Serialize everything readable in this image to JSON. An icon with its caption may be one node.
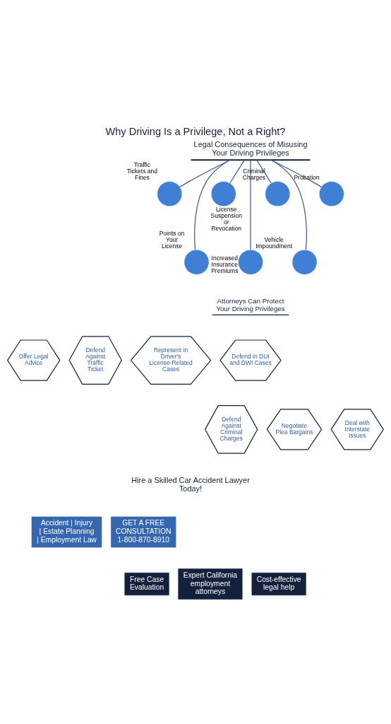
{
  "diagram": {
    "title": "Why Driving Is a Privilege, Not a Right?",
    "nodes": [
      {
        "text": [
          "Legal Consequences of Misusing Your Driving Privileges"
        ]
      },
      {
        "text": [],
        "shape": "circle",
        "beside": [
          "Traffic Tickets and Fines"
        ]
      },
      {
        "text": [],
        "shape": "circle",
        "beside": [
          "Points on Your License"
        ]
      },
      {
        "text": [],
        "shape": "circle",
        "beside": [
          "License Suspension or Revocation"
        ]
      },
      {
        "text": [],
        "shape": "circle",
        "beside": [
          "Increased Insurance Premiums"
        ]
      },
      {
        "text": [],
        "shape": "circle",
        "beside": [
          "Criminal Charges"
        ]
      },
      {
        "text": [],
        "shape": "circle",
        "beside": [
          "Vehicle Impoundment"
        ]
      },
      {
        "text": [],
        "shape": "circle",
        "beside": [
          "Probation"
        ]
      },
      {
        "text": [
          "Offer Legal Advice"
        ]
      },
      {
        "text": [
          "Defend Against Traffic Ticket"
        ]
      },
      {
        "text": [
          "Represent in Driver's License-Related Cases"
        ]
      },
      {
        "text": [
          "Defend in DUI and DWI Cases"
        ]
      },
      {
        "text": [
          "Defend Against Criminal Charges"
        ]
      },
      {
        "text": [
          "Negotiate Plea Bargains"
        ]
      },
      {
        "text": [
          "Deal with Interstate Issues"
        ]
      }
    ],
    "edges": [
      {
        "from": 0,
        "to": 1,
        "arrow": "none"
      },
      {
        "from": 0,
        "to": 2,
        "arrow": "none"
      },
      {
        "from": 0,
        "to": 3,
        "arrow": "none"
      },
      {
        "from": 0,
        "to": 4,
        "arrow": "none"
      },
      {
        "from": 0,
        "to": 5,
        "arrow": "none"
      },
      {
        "from": 0,
        "to": 6,
        "arrow": "none"
      },
      {
        "from": 0,
        "to": 7,
        "arrow": "none"
      }
    ],
    "labels": [
      "Attorneys Can Protect Your Driving Privileges",
      "Hire a Skilled Car Accident Lawyer Today!",
      "Accident | Injury | Estate Planning | Employment Law",
      "GET A FREE CONSULTATION 1-800-870-8910",
      "Free Case Evaluation",
      "Expert California employment attorneys",
      "Cost-effective legal help"
    ]
  }
}
